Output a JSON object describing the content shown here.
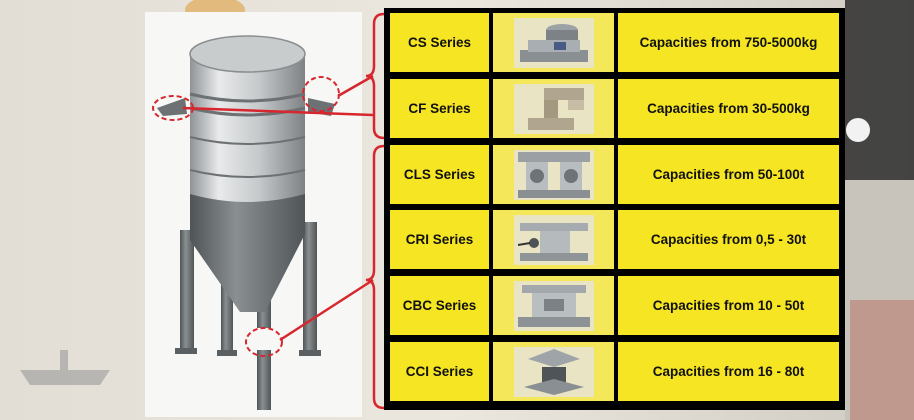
{
  "colors": {
    "cell_yellow": "#f5e522",
    "table_border": "#000000",
    "callout_red": "#d7262d"
  },
  "rows": [
    {
      "name": "CS Series",
      "capacity": "Capacities from 750-5000kg",
      "icon": "cs-load-cell-icon"
    },
    {
      "name": "CF Series",
      "capacity": "Capacities from 30-500kg",
      "icon": "cf-load-cell-icon"
    },
    {
      "name": "CLS Series",
      "capacity": "Capacities from 50-100t",
      "icon": "cls-load-cell-icon"
    },
    {
      "name": "CRI Series",
      "capacity": "Capacities from 0,5 - 30t",
      "icon": "cri-load-cell-icon"
    },
    {
      "name": "CBC Series",
      "capacity": "Capacities from 10 - 50t",
      "icon": "cbc-load-cell-icon"
    },
    {
      "name": "CCI Series",
      "capacity": "Capacities from 16 - 80t",
      "icon": "cci-load-cell-icon"
    }
  ]
}
